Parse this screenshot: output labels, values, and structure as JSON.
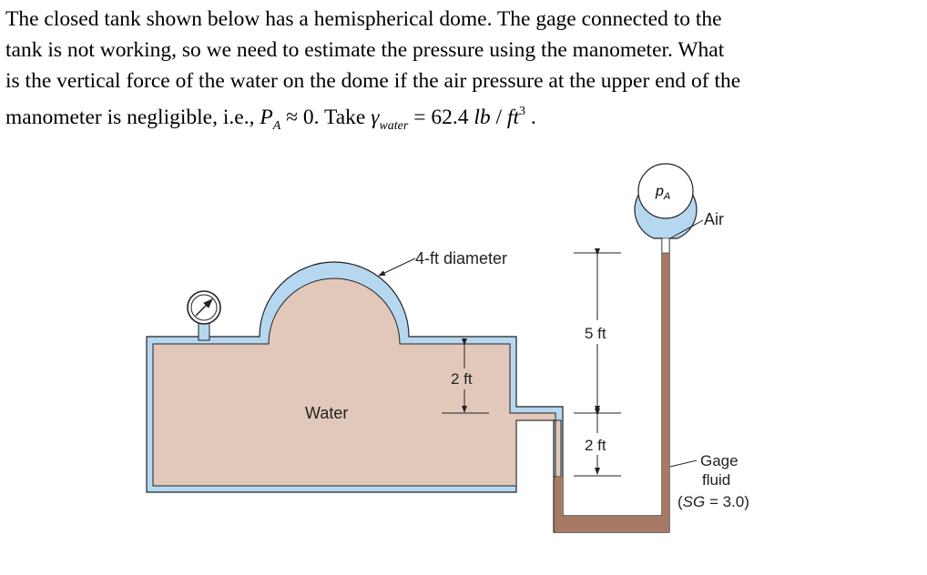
{
  "problem": {
    "line1": "The closed tank shown below has a hemispherical dome. The gage connected to the",
    "line2": "tank is not working, so we need to estimate the pressure using the manometer. What",
    "line3": "is the vertical force of the water on the dome if the air pressure at the upper end of the",
    "line4_prefix": "manometer is negligible, i.e., ",
    "pa_symbol": "P",
    "pa_sub": "A",
    "approx": " ≈ 0",
    "take": ". Take ",
    "gamma": "γ",
    "gamma_sub": "water",
    "value": " = 62.4 ",
    "unit_lb": "lb",
    "unit_slash": " / ",
    "unit_ft": "ft",
    "unit_exp": "3",
    "period": " ."
  },
  "figure": {
    "dome_label": "4-ft diameter",
    "water_label": "Water",
    "dim_2ft_tank": "2 ft",
    "dim_5ft": "5 ft",
    "dim_2ft_right": "2 ft",
    "air_label": "Air",
    "pa_label": "p",
    "pa_label_sub": "A",
    "gage_fluid_line1": "Gage",
    "gage_fluid_line2": "fluid",
    "sg_prefix": "(",
    "sg_symbol": "SG",
    "sg_value": " = 3.0)",
    "colors": {
      "water": "#e2c8bb",
      "wall": "#b6d7f0",
      "gage_fluid": "#a67a66",
      "outline": "#222222"
    }
  }
}
